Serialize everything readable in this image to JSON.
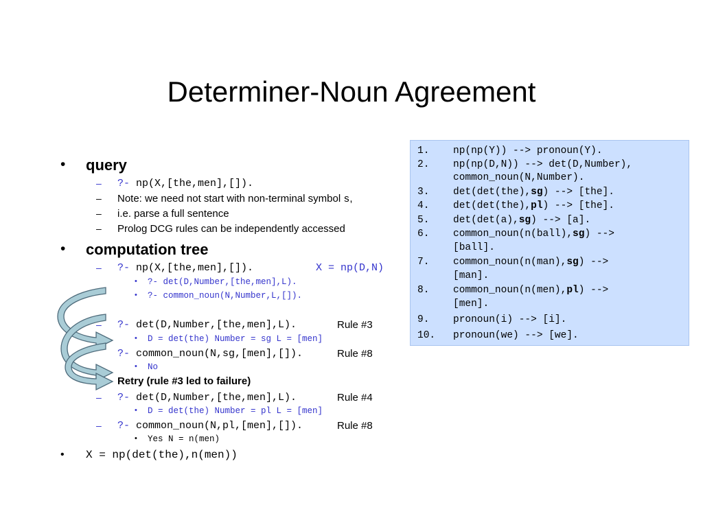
{
  "title": "Determiner-Noun Agreement",
  "query": {
    "label": "query",
    "items": [
      {
        "prompt": "?-",
        "code": " np(X,[the,men],[])."
      },
      {
        "text": "Note: we need not start with non-terminal symbol ",
        "code": "s",
        "after": ","
      },
      {
        "text": "i.e. parse a full sentence"
      },
      {
        "text": "Prolog DCG rules can be independently accessed"
      }
    ]
  },
  "tree": {
    "label": "computation tree",
    "first": {
      "prompt": "?-",
      "code": " np(X,[the,men],[]).",
      "result": "X = np(D,N)"
    },
    "sub": [
      "?- det(D,Number,[the,men],L).",
      "?- common_noun(N,Number,L,[])."
    ],
    "steps": [
      {
        "prompt": "?-",
        "code": " det(D,Number,[the,men],L).",
        "rule": "Rule #3"
      },
      {
        "detail": "D = det(the) Number = sg L = [men]"
      },
      {
        "prompt": "?-",
        "code": " common_noun(N,sg,[men],[]).",
        "rule": "Rule #8"
      },
      {
        "detail": "No"
      },
      {
        "retry": "Retry (rule #3 led to failure)"
      },
      {
        "prompt": "?-",
        "code": " det(D,Number,[the,men],L).",
        "rule": "Rule #4"
      },
      {
        "detail": "D = det(the) Number = pl L = [men]"
      },
      {
        "prompt": "?-",
        "code": " common_noun(N,pl,[men],[]).",
        "rule": "Rule #8"
      },
      {
        "detail": "Yes N = n(men)"
      }
    ]
  },
  "answer": "X = np(det(the),n(men))",
  "bullet": "•",
  "dash": "–",
  "rules": [
    {
      "num": "1.",
      "lines": [
        "np(np(Y)) --> pronoun(Y)."
      ]
    },
    {
      "num": "2.",
      "lines": [
        "np(np(D,N)) --> det(D,Number),",
        "common_noun(N,Number)."
      ]
    },
    {
      "num": "3.",
      "pre": "det(det(the),",
      "bold": "sg",
      "post": ") --> [the]."
    },
    {
      "num": "4.",
      "pre": "det(det(the),",
      "bold": "pl",
      "post": ") --> [the]."
    },
    {
      "num": "5.",
      "pre": "det(det(a),",
      "bold": "sg",
      "post": ") --> [a]."
    },
    {
      "num": "6.",
      "pre": "common_noun(n(ball),",
      "bold": "sg",
      "post": ") -->",
      "line2": "[ball]."
    },
    {
      "num": "7.",
      "pre": "common_noun(n(man),",
      "bold": "sg",
      "post": ") -->",
      "line2": "[man]."
    },
    {
      "num": "8.",
      "pre": "common_noun(n(men),",
      "bold": "pl",
      "post": ") -->",
      "line2": "[men]."
    },
    {
      "num": "9.",
      "lines": [
        "pronoun(i) --> [i]."
      ]
    },
    {
      "num": "10.",
      "lines": [
        "pronoun(we) --> [we]."
      ]
    }
  ],
  "colors": {
    "panel": "#cce0ff",
    "prompt": "#3333cc",
    "arrow_fill": "#a9ccd6",
    "arrow_stroke": "#4d6a7a"
  }
}
